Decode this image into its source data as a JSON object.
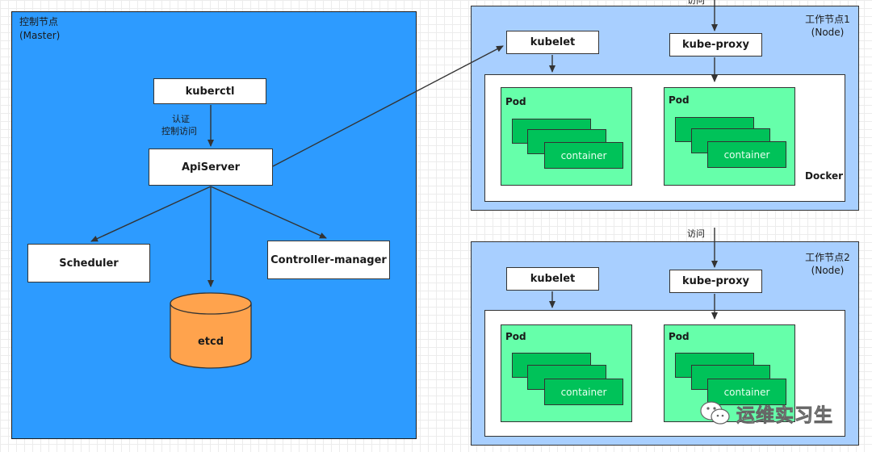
{
  "master": {
    "title_line1": "控制节点",
    "title_line2": "(Master)",
    "kuberctl": "kuberctl",
    "auth_line1": "认证",
    "auth_line2": "控制访问",
    "apiserver": "ApiServer",
    "scheduler": "Scheduler",
    "controller_manager": "Controller-manager",
    "etcd": "etcd"
  },
  "nodes": [
    {
      "title_line1": "工作节点1",
      "title_line2": "(Node)",
      "kubelet": "kubelet",
      "kube_proxy": "kube-proxy",
      "access_label": "访问",
      "runtime_label": "Docker",
      "pods": [
        {
          "label": "Pod",
          "container": "container"
        },
        {
          "label": "Pod",
          "container": "container"
        }
      ]
    },
    {
      "title_line1": "工作节点2",
      "title_line2": "(Node)",
      "kubelet": "kubelet",
      "kube_proxy": "kube-proxy",
      "access_label": "访问",
      "pods": [
        {
          "label": "Pod",
          "container": "container"
        },
        {
          "label": "Pod",
          "container": "container"
        }
      ]
    }
  ],
  "watermark": {
    "text": "运维实习生",
    "icon": "wechat-icon"
  },
  "colors": {
    "master_fill": "#2d9bff",
    "node_fill": "#a8cfff",
    "pod_fill": "#66ffaa",
    "container_fill": "#00c259",
    "etcd_fill": "#ffa34d"
  }
}
